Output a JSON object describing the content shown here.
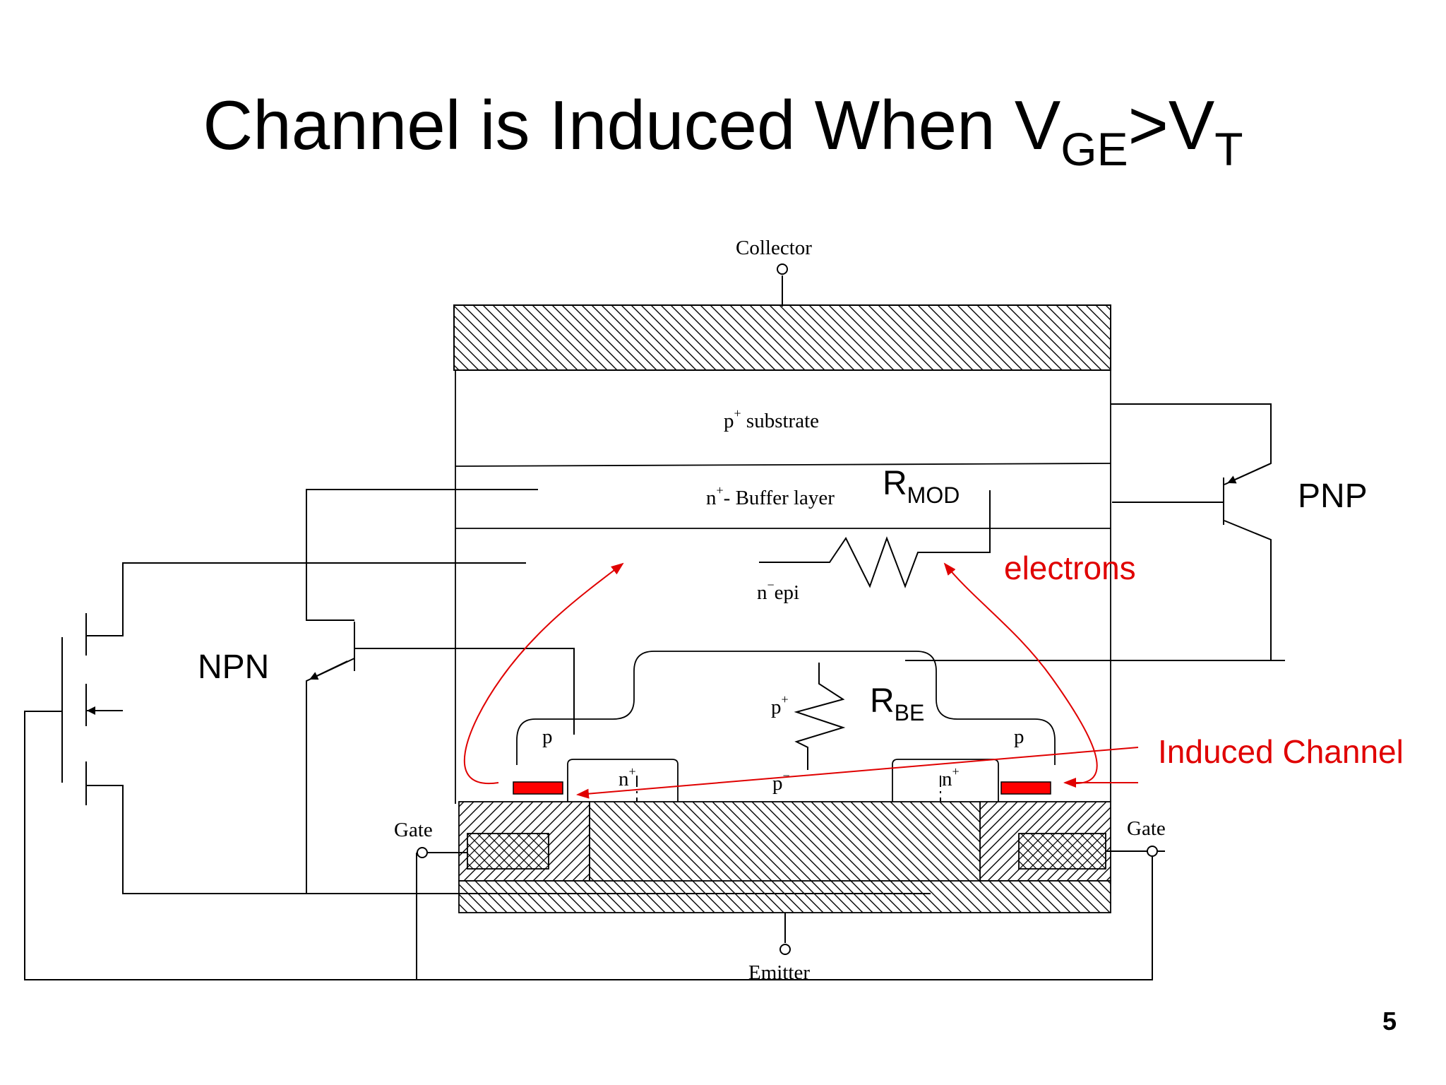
{
  "title": {
    "main": "Channel is Induced When V",
    "sub1": "GE",
    "mid": ">V",
    "sub2": "T"
  },
  "labels": {
    "collector": "Collector",
    "emitter": "Emitter",
    "gate_left": "Gate",
    "gate_right": "Gate",
    "p_substrate": {
      "base": "p",
      "sup": "+",
      "text": " substrate"
    },
    "buffer": {
      "base": "n",
      "sup": "+",
      "text": "- Buffer layer"
    },
    "epi": {
      "base": "n",
      "sup": "−",
      "text": "epi"
    },
    "p_left": "p",
    "p_right": "p",
    "p_plus": {
      "base": "p",
      "sup": "+"
    },
    "p_minus": {
      "base": "p",
      "sup": "−"
    },
    "n_plus_left": {
      "base": "n",
      "sup": "+"
    },
    "n_plus_right": {
      "base": "n",
      "sup": "+"
    }
  },
  "annotations": {
    "pnp": "PNP",
    "npn": "NPN",
    "rmod": {
      "base": "R",
      "sub": "MOD"
    },
    "rbe": {
      "base": "R",
      "sub": "BE"
    },
    "electrons": "electrons",
    "induced_channel": "Induced Channel"
  },
  "colors": {
    "accent": "#e00000",
    "channel": "#ff0000",
    "line": "#000000"
  },
  "page_number": "5"
}
